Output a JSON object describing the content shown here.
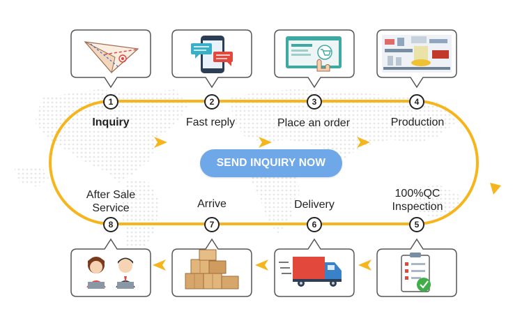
{
  "colors": {
    "loop": "#f6b51c",
    "accent_blue": "#6fa8e8",
    "map_dots": "#e6e6e6",
    "bubble_border": "#555555"
  },
  "cta": {
    "label": "SEND INQUIRY NOW"
  },
  "steps": [
    {
      "number": "1",
      "label": "Inquiry",
      "icon": "paper-plane-icon"
    },
    {
      "number": "2",
      "label": "Fast reply",
      "icon": "chat-phone-icon"
    },
    {
      "number": "3",
      "label": "Place an order",
      "icon": "online-shop-icon"
    },
    {
      "number": "4",
      "label": "Production",
      "icon": "factory-line-icon"
    },
    {
      "number": "5",
      "label_line1": "100%QC",
      "label_line2": "Inspection",
      "icon": "checklist-icon"
    },
    {
      "number": "6",
      "label": "Delivery",
      "icon": "delivery-truck-icon"
    },
    {
      "number": "7",
      "label": "Arrive",
      "icon": "boxes-icon"
    },
    {
      "number": "8",
      "label_line1": "After Sale",
      "label_line2": "Service",
      "icon": "support-staff-icon"
    }
  ]
}
